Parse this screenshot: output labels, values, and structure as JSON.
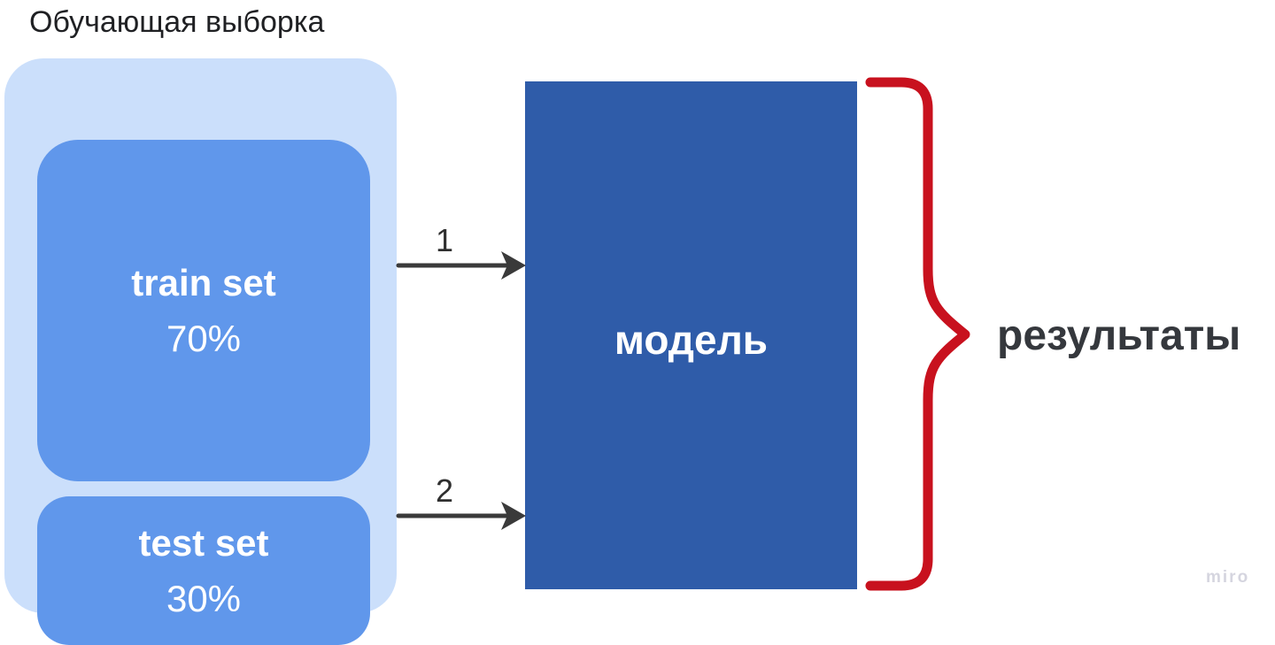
{
  "title": "Обучающая выборка",
  "dataset": {
    "train": {
      "label": "train set",
      "percent": "70%"
    },
    "test": {
      "label": "test set",
      "percent": "30%"
    }
  },
  "arrows": {
    "first": {
      "label": "1"
    },
    "second": {
      "label": "2"
    }
  },
  "model": {
    "label": "модель"
  },
  "results": {
    "label": "результаты"
  },
  "watermark": {
    "label": "miro"
  },
  "colors": {
    "sample_container": "#CBDFFB",
    "subset_box": "#6097EB",
    "model_box": "#2F5CA9",
    "brace": "#C8111E",
    "arrow": "#3A3A3A",
    "title_text": "#1F2023",
    "results_text": "#35383D",
    "box_text": "#FFFFFF",
    "watermark_text": "#D5D5DF"
  }
}
